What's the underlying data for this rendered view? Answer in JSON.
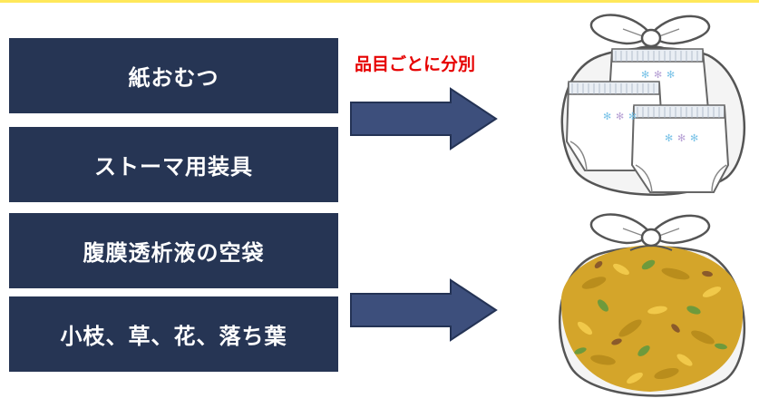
{
  "labels": {
    "diapers": "紙おむつ",
    "ostomy": "ストーマ用装具",
    "dialysis": "腹膜透析液の空袋",
    "yard_waste": "小枝、草、花、落ち葉"
  },
  "caption": "品目ごとに分別",
  "colors": {
    "box": "#263554",
    "caption": "#e60000",
    "top_rule": "#ffe85a"
  },
  "illustrations": {
    "top_bag": "bag-of-diapers-icon",
    "bottom_bag": "bag-of-leaves-icon"
  }
}
